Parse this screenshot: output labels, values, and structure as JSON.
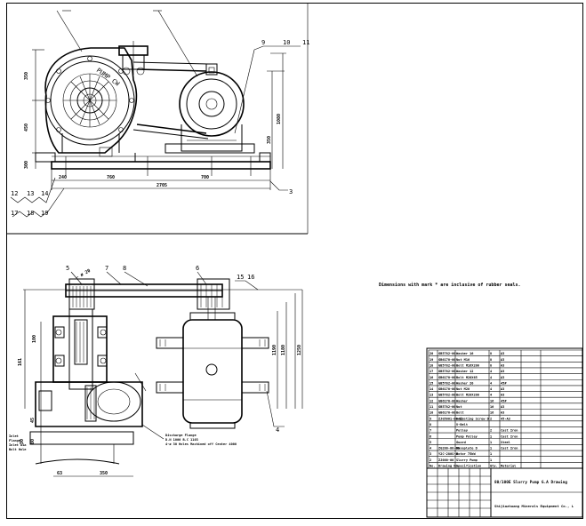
{
  "note": "Dimensions with mark * are inclusive of rubber seals.",
  "front_view": {
    "top_callouts": [
      "9",
      "10",
      "11"
    ],
    "left_callouts_a": [
      "12",
      "13",
      "14"
    ],
    "left_callouts_b": [
      "17",
      "18",
      "19"
    ],
    "right_callout": "3",
    "dims_bottom": [
      "240",
      "760",
      "700"
    ],
    "dim_total": "2705",
    "dims_left": [
      "350",
      "450",
      "300"
    ],
    "dims_right": [
      "1080",
      "350"
    ],
    "pump_text": "PUMP CW"
  },
  "plan_view": {
    "top_callouts": [
      "5",
      "7",
      "8",
      "6",
      "15",
      "16"
    ],
    "top_dim": "– ø 20",
    "right_callout": "4",
    "dims_left": [
      "100",
      "161"
    ],
    "dims_right": [
      "1190",
      "1180",
      "1250"
    ],
    "dims_bottom": [
      "63",
      "350"
    ],
    "flange_note": [
      "Discharge Flange",
      "D.N 1000 B.C 1103",
      "4-ø 30 Holes Machined off Center 4000"
    ],
    "left_note": [
      "Inlet",
      "Flange",
      "Inlet Dia",
      "Bolt Hole"
    ],
    "left_dims": [
      "45",
      "80",
      "30"
    ]
  },
  "title_block": {
    "bom_rows": [
      [
        "20",
        "GB5782-00",
        "Washer 16",
        "8",
        "A3",
        ""
      ],
      [
        "19",
        "GB6170-00",
        "Nut M16",
        "8",
        "A3",
        ""
      ],
      [
        "18",
        "GB5782-00",
        "Bolt M16X200",
        "8",
        "A3",
        ""
      ],
      [
        "17",
        "GB5782-00",
        "Washer 12",
        "4",
        "A3",
        ""
      ],
      [
        "16",
        "GB6170-00",
        "Bolt M20X65",
        "4",
        "A3",
        ""
      ],
      [
        "15",
        "GB5782-00",
        "Washer 20",
        "4",
        "45#",
        ""
      ],
      [
        "14",
        "GB6170-00",
        "Nut M20",
        "4",
        "A3",
        ""
      ],
      [
        "13",
        "GB5782-00",
        "Bolt M20X200",
        "4",
        "A3",
        ""
      ],
      [
        "12",
        "GB6170-00",
        "Washer",
        "16",
        "45#",
        ""
      ],
      [
        "11",
        "GB5782-00",
        "Nut",
        "16",
        "A3",
        ""
      ],
      [
        "10",
        "GB6170-00",
        "Bolt",
        "16",
        "A3",
        ""
      ],
      [
        "9",
        "ZJG5001-00-01",
        "Adjusting Screw D",
        "2",
        "45-A3",
        ""
      ],
      [
        "8",
        "",
        "V-Belt",
        "",
        "",
        ""
      ],
      [
        "7",
        "",
        "Pulley",
        "2",
        "Cast Iron",
        ""
      ],
      [
        "6",
        "",
        "Pump Pulley",
        "1",
        "Cast Iron",
        ""
      ],
      [
        "5",
        "",
        "Guard",
        "1",
        "Steel",
        ""
      ],
      [
        "4",
        "ZG200-00-00",
        "Baseplate D",
        "1",
        "Cast Iron",
        ""
      ],
      [
        "3",
        "Y2C-280S-4",
        "Motor 75kW",
        "1",
        "",
        ""
      ],
      [
        "2",
        "ZJ000-00",
        "Slurry Pump",
        "1",
        "",
        ""
      ],
      [
        "No.",
        "Drawing No.",
        "Specification",
        "Qty.",
        "Material",
        ""
      ]
    ],
    "title": "80/100E Slurry Pump G.A Drawing",
    "company": "Shijiazhuang Minerals Equipment Co., L"
  }
}
